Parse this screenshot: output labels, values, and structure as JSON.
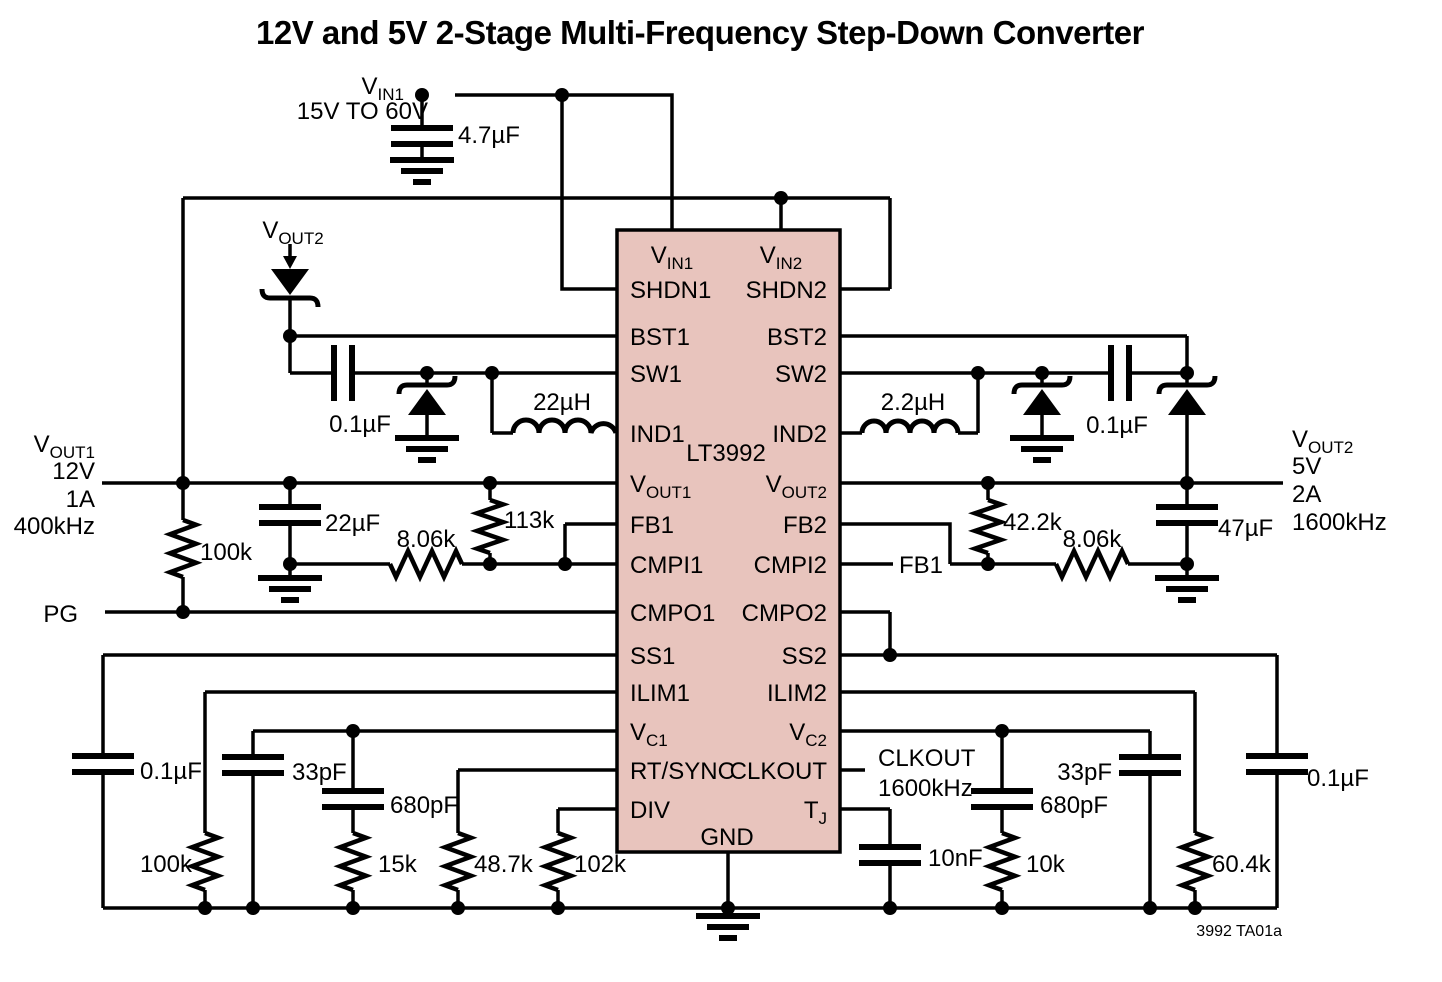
{
  "title": "12V and 5V 2-Stage Multi-Frequency Step-Down Converter",
  "footer_note": "3992 TA01a",
  "colors": {
    "ic_fill": "#e8c4bd",
    "wire": "#000000",
    "background": "#ffffff"
  },
  "ic": {
    "part_number": "LT3992",
    "top_pins": {
      "vin1": {
        "m": "V",
        "s": "IN1"
      },
      "vin2": {
        "m": "V",
        "s": "IN2"
      }
    },
    "bottom_pin": "GND",
    "left_pins": [
      {
        "m": "SHDN1"
      },
      {
        "m": "BST1"
      },
      {
        "m": "SW1"
      },
      {
        "m": "IND1"
      },
      {
        "m": "V",
        "s": "OUT1"
      },
      {
        "m": "FB1"
      },
      {
        "m": "CMPI1"
      },
      {
        "m": "CMPO1"
      },
      {
        "m": "SS1"
      },
      {
        "m": "ILIM1"
      },
      {
        "m": "V",
        "s": "C1"
      },
      {
        "m": "RT/SYNC"
      },
      {
        "m": "DIV"
      }
    ],
    "right_pins": [
      {
        "m": "SHDN2"
      },
      {
        "m": "BST2"
      },
      {
        "m": "SW2"
      },
      {
        "m": "IND2"
      },
      {
        "m": "V",
        "s": "OUT2"
      },
      {
        "m": "FB2"
      },
      {
        "m": "CMPI2"
      },
      {
        "m": "CMPO2"
      },
      {
        "m": "SS2"
      },
      {
        "m": "ILIM2"
      },
      {
        "m": "V",
        "s": "C2"
      },
      {
        "m": "CLKOUT"
      },
      {
        "m": "T",
        "s": "J"
      }
    ]
  },
  "input": {
    "label": {
      "m": "V",
      "s": "IN1"
    },
    "range": "15V TO 60V",
    "cap": "4.7µF"
  },
  "stage1": {
    "boost_net": {
      "m": "V",
      "s": "OUT2"
    },
    "boost_cap": "0.1µF",
    "inductor": "22µH",
    "output_cap": "22µF",
    "fb_top": "113k",
    "fb_bottom": "8.06k",
    "pg_pullup": "100k",
    "pg_label": "PG",
    "output": {
      "name": {
        "m": "V",
        "s": "OUT1"
      },
      "volts": "12V",
      "amps": "1A",
      "freq": "400kHz"
    }
  },
  "stage2": {
    "inductor": "2.2µH",
    "boost_cap": "0.1µF",
    "fb_top": "42.2k",
    "fb_bottom": "8.06k",
    "output_cap": "47µF",
    "cmpi2_net": "FB1",
    "output": {
      "name": {
        "m": "V",
        "s": "OUT2"
      },
      "volts": "5V",
      "amps": "2A",
      "freq": "1600kHz"
    }
  },
  "bottom_left": {
    "ss_cap": "0.1µF",
    "ilim_res": "100k",
    "vc_cap": "33pF",
    "comp_cap": "680pF",
    "comp_res": "15k",
    "rt_res": "48.7k",
    "div_res": "102k"
  },
  "bottom_right": {
    "clkout_label": "CLKOUT",
    "clkout_freq": "1600kHz",
    "tj_cap": "10nF",
    "comp_res": "10k",
    "comp_cap": "680pF",
    "vc_cap": "33pF",
    "ilim_res": "60.4k",
    "ss_cap": "0.1µF"
  }
}
